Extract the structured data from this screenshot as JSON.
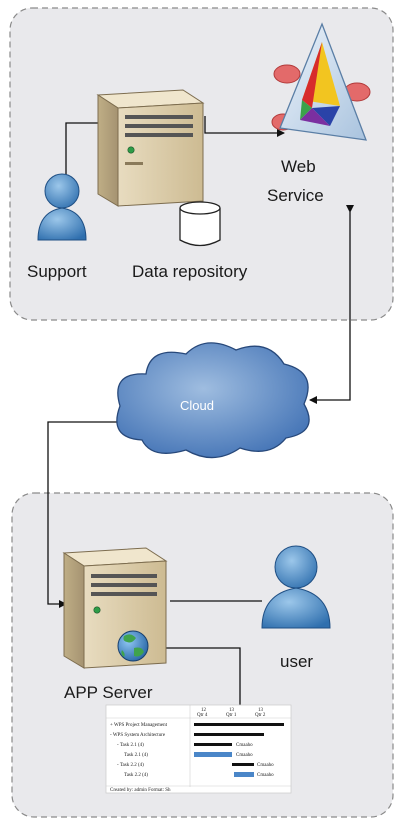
{
  "top_group": {
    "support_label": "Support",
    "repository_label": "Data repository",
    "web_service_line1": "Web",
    "web_service_line2": "Service"
  },
  "cloud": {
    "label": "Cloud"
  },
  "bottom_group": {
    "app_server_label": "APP Server",
    "user_label": "user"
  },
  "gantt": {
    "headers": [
      "Qtr 4",
      "Qtr 1",
      "Qtr 2"
    ],
    "header_years": [
      "12",
      "13",
      "13"
    ],
    "rows": [
      "+ WPS Project Management",
      "- WPS System Architecture",
      "- Task 2.1 (4)",
      "Task 2.1 (4)",
      "- Task 2.2 (4)",
      "Task 2.2 (4)"
    ],
    "bar_label": "Cmaaho",
    "footer": "Created by: admin    Format:  Sh"
  }
}
